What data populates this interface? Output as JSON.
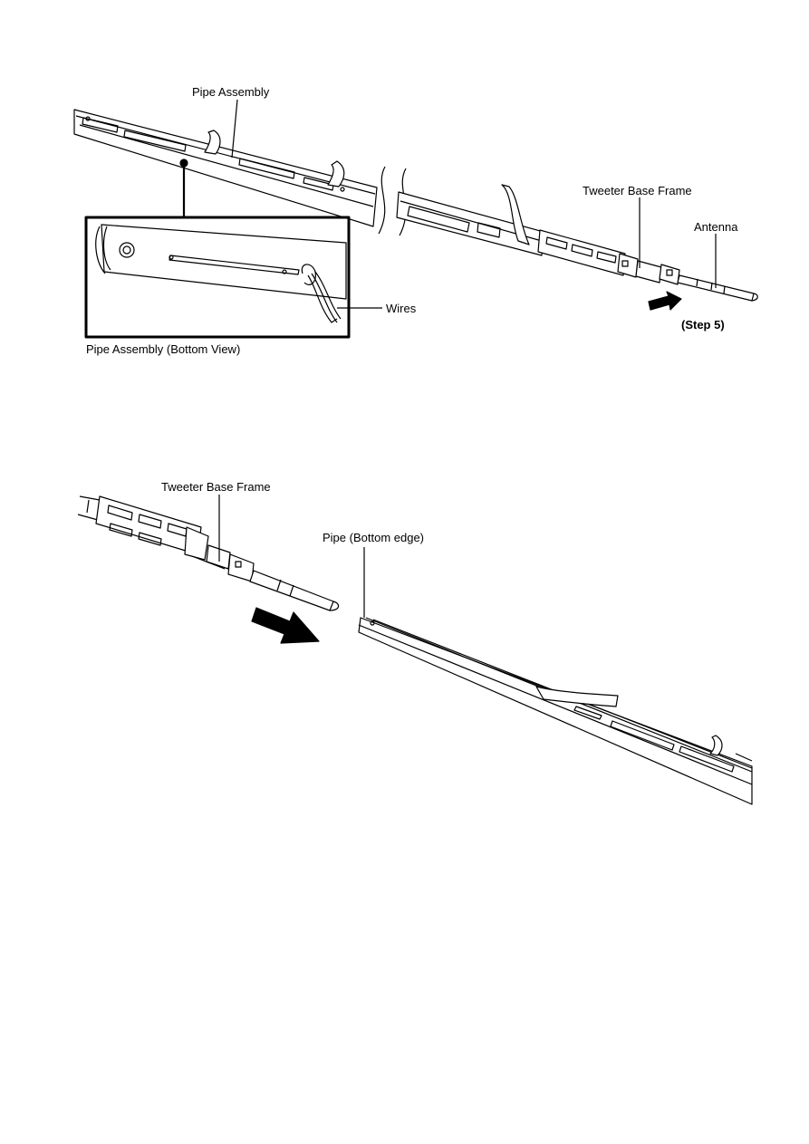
{
  "figure1": {
    "labels": {
      "pipe_assembly": "Pipe Assembly",
      "tweeter_base_frame": "Tweeter Base Frame",
      "antenna": "Antenna",
      "wires": "Wires",
      "step": "(Step 5)",
      "inset_caption": "Pipe Assembly (Bottom View)"
    }
  },
  "figure2": {
    "labels": {
      "tweeter_base_frame": "Tweeter Base Frame",
      "pipe_bottom_edge": "Pipe (Bottom edge)"
    }
  },
  "colors": {
    "line": "#000000",
    "background": "#ffffff",
    "arrow": "#000000"
  }
}
